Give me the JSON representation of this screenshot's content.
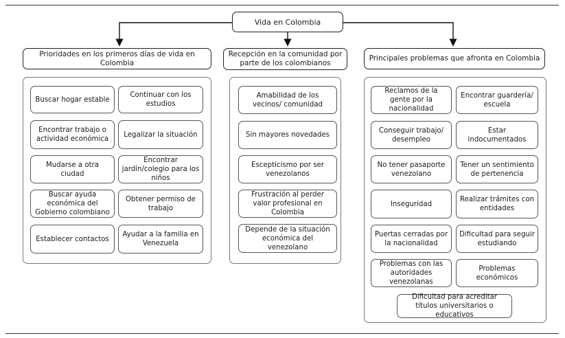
{
  "root": "Vida en Colombia",
  "columns": [
    {
      "header": "Prioridades en los primeros días de vida en Colombia",
      "items": [
        "Buscar hogar estable",
        "Continuar con los estudios",
        "Encontrar trabajo o actividad económica",
        "Legalizar la situación",
        "Mudarse a otra ciudad",
        "Encontrar jardín/colegio para los niños",
        "Buscar ayuda económica del Gobierno colombiano",
        "Obtener permiso de trabajo",
        "Establecer contactos",
        "Ayudar a la familia en Venezuela"
      ]
    },
    {
      "header": "Recepción en la comunidad por parte de los colombianos",
      "items": [
        "Amabilidad de los vecinos/ comunidad",
        "Sin mayores novedades",
        "Escepticismo por ser venezolanos",
        "Frustración al perder valor profesional en Colombia",
        "Depende de la situación económica del venezolano"
      ]
    },
    {
      "header": "Principales problemas que afronta en Colombia",
      "items": [
        "Reclamos de la gente por la nacionalidad",
        "Encontrar guardería/ escuela",
        "Conseguir trabajo/ desempleo",
        "Estar indocumentados",
        "No tener pasaporte venezolano",
        "Tener un sentimiento de pertenencia",
        "Inseguridad",
        "Realizar trámites con entidades",
        "Puertas cerradas por la nacionalidad",
        "Dificultad para seguir estudiando",
        "Problemas con las autoridades venezolanas",
        "Problemas económicos",
        "Dificultad para acreditar títulos universitarios o educativos"
      ]
    }
  ]
}
